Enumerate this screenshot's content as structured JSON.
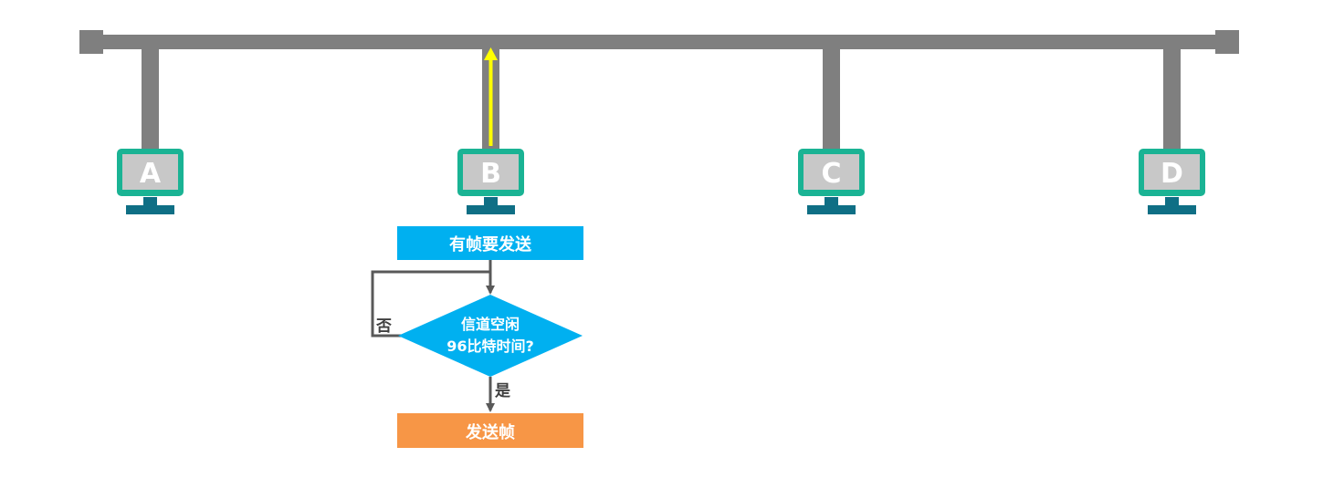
{
  "stations": [
    {
      "id": "A",
      "label": "A"
    },
    {
      "id": "B",
      "label": "B"
    },
    {
      "id": "C",
      "label": "C"
    },
    {
      "id": "D",
      "label": "D"
    }
  ],
  "flowchart": {
    "start": "有帧要发送",
    "condition_line1": "信道空闲",
    "condition_line2": "96比特时间?",
    "no_label": "否",
    "yes_label": "是",
    "action": "发送帧"
  },
  "colors": {
    "bus": "#7f7f7f",
    "monitor_frame": "#1ab394",
    "monitor_screen": "#c8c8c8",
    "monitor_stand": "#0f6f85",
    "signal": "#ffff00",
    "start_box": "#00b0f0",
    "condition": "#00b0f0",
    "action_box": "#f79646",
    "flow_line": "#595959"
  },
  "icons": {
    "computer": "monitor-icon",
    "signal": "up-arrow-icon"
  }
}
